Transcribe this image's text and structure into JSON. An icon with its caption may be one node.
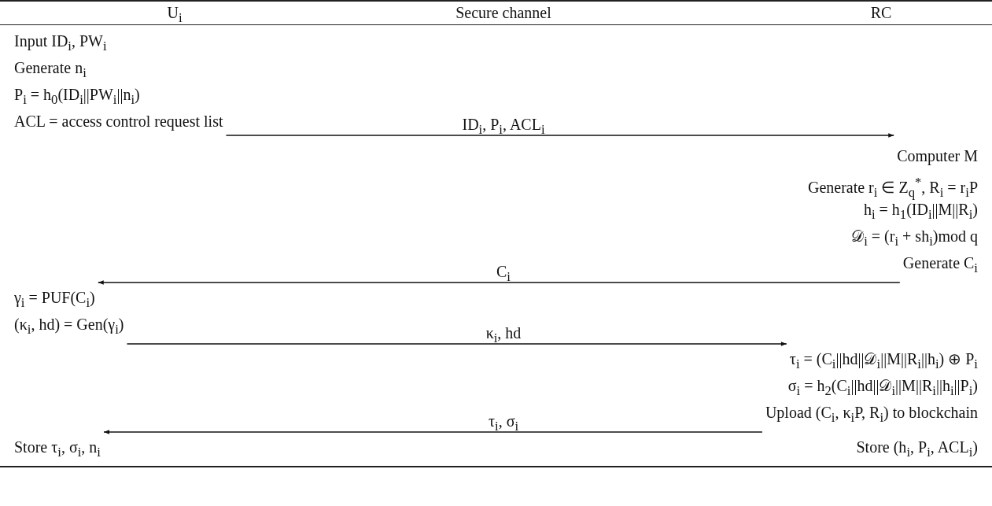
{
  "diagram": {
    "nodes": [
      {
        "text": [
          "Input ID$_{i}$, PW$_{i}$",
          "Generate n$_{i}$",
          "P$_{i}$ = h$_{0}$(ID$_{i}$||PW$_{i}$||n$_{i}$)",
          "ACL = access control request list"
        ]
      },
      {
        "text": [
          "Computer M",
          "Generate r$_{i}$ ∈ Z$_{q}$$^{*}$, R$_{i}$ = r$_{i}$P",
          "h$_{i}$ = h$_{1}$(ID$_{i}$||M||R$_{i}$)",
          "𝒟$_{i}$ = (r$_{i}$ + sh$_{i}$)mod q",
          "Generate C$_{i}$"
        ]
      },
      {
        "text": [
          "γ$_{i}$ = PUF(C$_{i}$)",
          "(κ$_{i}$, hd) = Gen(γ$_{i}$)"
        ]
      },
      {
        "text": [
          "τ$_{i}$ = (C$_{i}$||hd||𝒟$_{i}$||M||R$_{i}$||h$_{i}$) ⊕ P$_{i}$",
          "σ$_{i}$ = h$_{2}$(C$_{i}$||hd||𝒟$_{i}$||M||R$_{i}$||h$_{i}$||P$_{i}$)",
          "Upload (C$_{i}$, κ$_{i}$P, R$_{i}$) to blockchain"
        ]
      },
      {
        "text": [
          "Store τ$_{i}$, σ$_{i}$, n$_{i}$"
        ]
      }
    ],
    "edges": [
      {
        "from": 0,
        "to": 1,
        "arrow": "to",
        "label": "ID$_{i}$, P$_{i}$, ACL$_{i}$"
      },
      {
        "from": 1,
        "to": 2,
        "arrow": "to",
        "label": "C$_{i}$"
      },
      {
        "from": 2,
        "to": 3,
        "arrow": "to",
        "label": "κ$_{i}$, hd"
      },
      {
        "from": 3,
        "to": 4,
        "arrow": "to",
        "label": "τ$_{i}$, σ$_{i}$"
      }
    ],
    "labels": [
      "U$_{i}$",
      "Secure channel",
      "RC",
      "Store (h$_{i}$, P$_{i}$, ACL$_{i}$)"
    ]
  }
}
